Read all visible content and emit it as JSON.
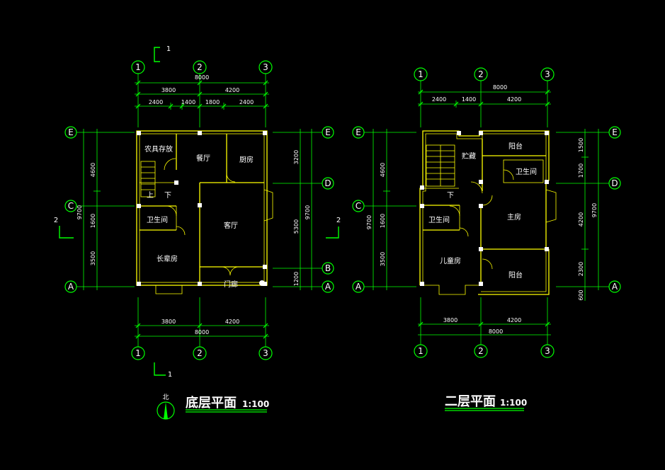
{
  "drawing": {
    "plans": [
      {
        "title": "底层平面",
        "scale": "1:100",
        "north_label": "北",
        "section_mark": "1",
        "side_section_mark": "2",
        "grid_x": [
          "1",
          "2",
          "3"
        ],
        "grid_y": [
          "E",
          "D",
          "C",
          "B",
          "A"
        ],
        "dims_top_total": "8000",
        "dims_top_mid": [
          "3800",
          "4200"
        ],
        "dims_top_sub": [
          "2400",
          "1400",
          "1800",
          "2400"
        ],
        "dims_bottom": [
          "3800",
          "4200"
        ],
        "dims_bottom_total": "8000",
        "dims_left_total": "9700",
        "dims_left": [
          "4600",
          "1600",
          "3500"
        ],
        "dims_right_total": "9700",
        "dims_right": [
          "3200",
          "5300",
          "1200"
        ],
        "rooms": [
          "农具存放",
          "餐厅",
          "厨房",
          "上",
          "下",
          "卫生间",
          "客厅",
          "长辈房",
          "门廊"
        ]
      },
      {
        "title": "二层平面",
        "scale": "1:100",
        "side_section_mark": "2",
        "grid_x": [
          "1",
          "2",
          "3"
        ],
        "grid_y": [
          "E",
          "D",
          "C",
          "A"
        ],
        "dims_top_total": "8000",
        "dims_top_sub": [
          "2400",
          "1400",
          "4200"
        ],
        "dims_bottom": [
          "3800",
          "4200"
        ],
        "dims_bottom_total": "8000",
        "dims_left_total": "9700",
        "dims_left": [
          "4600",
          "1600",
          "3500"
        ],
        "dims_right_total": "9700",
        "dims_right": [
          "1500",
          "1700",
          "4200",
          "2300",
          "600"
        ],
        "rooms": [
          "贮藏",
          "阳台",
          "卫生间",
          "下",
          "主房",
          "卫生间",
          "儿童房",
          "阳台"
        ]
      }
    ]
  }
}
